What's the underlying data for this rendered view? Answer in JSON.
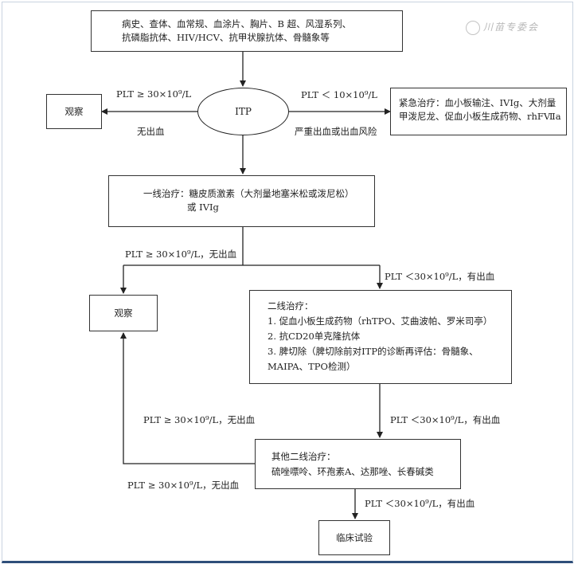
{
  "watermark": {
    "text": "川苗专委会"
  },
  "nodes": {
    "history": {
      "line1": "病史、查体、血常规、血涂片、胸片、B 超、风湿系列、",
      "line2": "抗磷脂抗体、HIV/HCV、抗甲状腺抗体、骨髓象等"
    },
    "itp": "ITP",
    "observe_top": "观察",
    "emergency": {
      "line1": "紧急治疗：血小板输注、IVIg、大剂量",
      "line2": "甲泼尼龙、促血小板生成药物、rhFⅦa"
    },
    "first_line": {
      "line1": "一线治疗：糖皮质激素（大剂量地塞米松或泼尼松）",
      "line2": "或 IVIg"
    },
    "observe_mid": "观察",
    "second_line": {
      "title": "二线治疗：",
      "item1": "1. 促血小板生成药物（rhTPO、艾曲波帕、罗米司亭）",
      "item2": "2. 抗CD20单克隆抗体",
      "item3a": "3. 脾切除（脾切除前对ITP的诊断再评估：骨髓象、",
      "item3b": "MAIPA、TPO检测）"
    },
    "other_second": {
      "line1": "其他二线治疗：",
      "line2": "硫唑嘌呤、环孢素A、达那唑、长春碱类"
    },
    "trial": "临床试验"
  },
  "edge_labels": {
    "itp_left_plt": "PLT ≥ 30×10⁹/L",
    "itp_left_cond": "无出血",
    "itp_right_plt": "PLT ＜ 10×10⁹/L",
    "itp_right_cond": "严重出血或出血风险",
    "first_left": "PLT ≥ 30×10⁹/L，无出血",
    "first_right": "PLT ＜30×10⁹/L，有出血",
    "second_left": "PLT ≥ 30×10⁹/L，无出血",
    "second_right": "PLT ＜30×10⁹/L，有出血",
    "other_left": "PLT ≥ 30×10⁹/L，无出血",
    "other_right": "PLT ＜30×10⁹/L，有出血"
  }
}
